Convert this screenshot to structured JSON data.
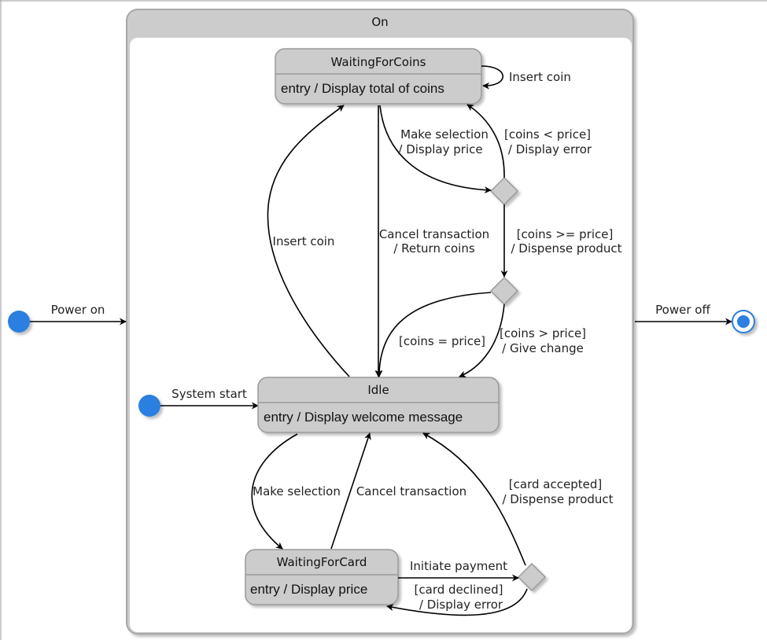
{
  "composite": {
    "title": "On"
  },
  "states": {
    "waiting_for_coins": {
      "title": "WaitingForCoins",
      "entry": "entry / Display total of coins"
    },
    "idle": {
      "title": "Idle",
      "entry": "entry / Display welcome message"
    },
    "waiting_for_card": {
      "title": "WaitingForCard",
      "entry": "entry / Display price"
    }
  },
  "transitions": {
    "power_on": "Power on",
    "power_off": "Power off",
    "system_start": "System start",
    "insert_coin_self": "Insert coin",
    "insert_coin": "Insert coin",
    "make_selection_coins": [
      "Make selection",
      "/ Display price"
    ],
    "coins_less": [
      "[coins < price]",
      "/ Display error"
    ],
    "cancel_coins": [
      "Cancel transaction",
      "/ Return coins"
    ],
    "coins_gte": [
      "[coins >= price]",
      "/ Dispense product"
    ],
    "coins_eq": "[coins = price]",
    "coins_gt": [
      "[coins > price]",
      "/ Give change"
    ],
    "make_selection_card": "Make selection",
    "cancel_card": "Cancel transaction",
    "card_accepted": [
      "[card accepted]",
      "/ Dispense product"
    ],
    "initiate_payment": "Initiate payment",
    "card_declined": [
      "[card declined]",
      "/ Display error"
    ]
  },
  "colors": {
    "state_fill": "#cccccc",
    "state_border": "#999999",
    "initial_node": "#2a7fe0",
    "container_border": "#a8a8a8"
  }
}
